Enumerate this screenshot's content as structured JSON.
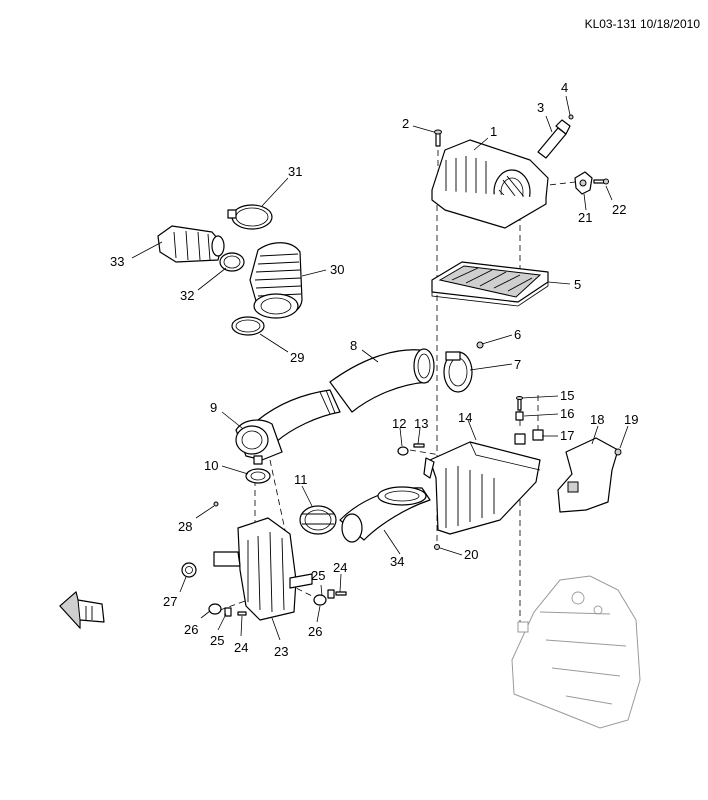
{
  "drawing_ref": "KL03-131 10/18/2010",
  "callouts": [
    {
      "id": "c1",
      "label": "1"
    },
    {
      "id": "c2",
      "label": "2"
    },
    {
      "id": "c3",
      "label": "3"
    },
    {
      "id": "c4",
      "label": "4"
    },
    {
      "id": "c5",
      "label": "5"
    },
    {
      "id": "c6",
      "label": "6"
    },
    {
      "id": "c7",
      "label": "7"
    },
    {
      "id": "c8",
      "label": "8"
    },
    {
      "id": "c9",
      "label": "9"
    },
    {
      "id": "c10",
      "label": "10"
    },
    {
      "id": "c11",
      "label": "11"
    },
    {
      "id": "c12",
      "label": "12"
    },
    {
      "id": "c13",
      "label": "13"
    },
    {
      "id": "c14",
      "label": "14"
    },
    {
      "id": "c15",
      "label": "15"
    },
    {
      "id": "c16",
      "label": "16"
    },
    {
      "id": "c17",
      "label": "17"
    },
    {
      "id": "c18",
      "label": "18"
    },
    {
      "id": "c19",
      "label": "19"
    },
    {
      "id": "c20",
      "label": "20"
    },
    {
      "id": "c21",
      "label": "21"
    },
    {
      "id": "c22",
      "label": "22"
    },
    {
      "id": "c23",
      "label": "23"
    },
    {
      "id": "c24a",
      "label": "24"
    },
    {
      "id": "c24b",
      "label": "24"
    },
    {
      "id": "c25a",
      "label": "25"
    },
    {
      "id": "c25b",
      "label": "25"
    },
    {
      "id": "c26a",
      "label": "26"
    },
    {
      "id": "c26b",
      "label": "26"
    },
    {
      "id": "c27",
      "label": "27"
    },
    {
      "id": "c28",
      "label": "28"
    },
    {
      "id": "c29",
      "label": "29"
    },
    {
      "id": "c30",
      "label": "30"
    },
    {
      "id": "c31",
      "label": "31"
    },
    {
      "id": "c32",
      "label": "32"
    },
    {
      "id": "c33",
      "label": "33"
    },
    {
      "id": "c34",
      "label": "34"
    }
  ],
  "icons": {
    "front_arrow": "vehicle-front-arrow-icon"
  }
}
